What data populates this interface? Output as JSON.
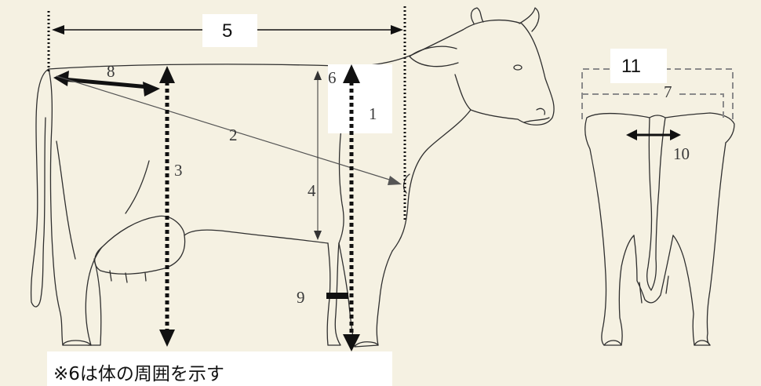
{
  "measurements": {
    "m5": "5",
    "m8": "8",
    "m2": "2",
    "m3": "3",
    "m6": "6",
    "m1": "1",
    "m4": "4",
    "m9": "9",
    "m11": "11",
    "m7": "7",
    "m10": "10"
  },
  "caption": "※6は体の周囲を示す",
  "colors": {
    "background": "#f5f1e2",
    "line": "#2f2f2f",
    "label_box": "#ffffff"
  }
}
